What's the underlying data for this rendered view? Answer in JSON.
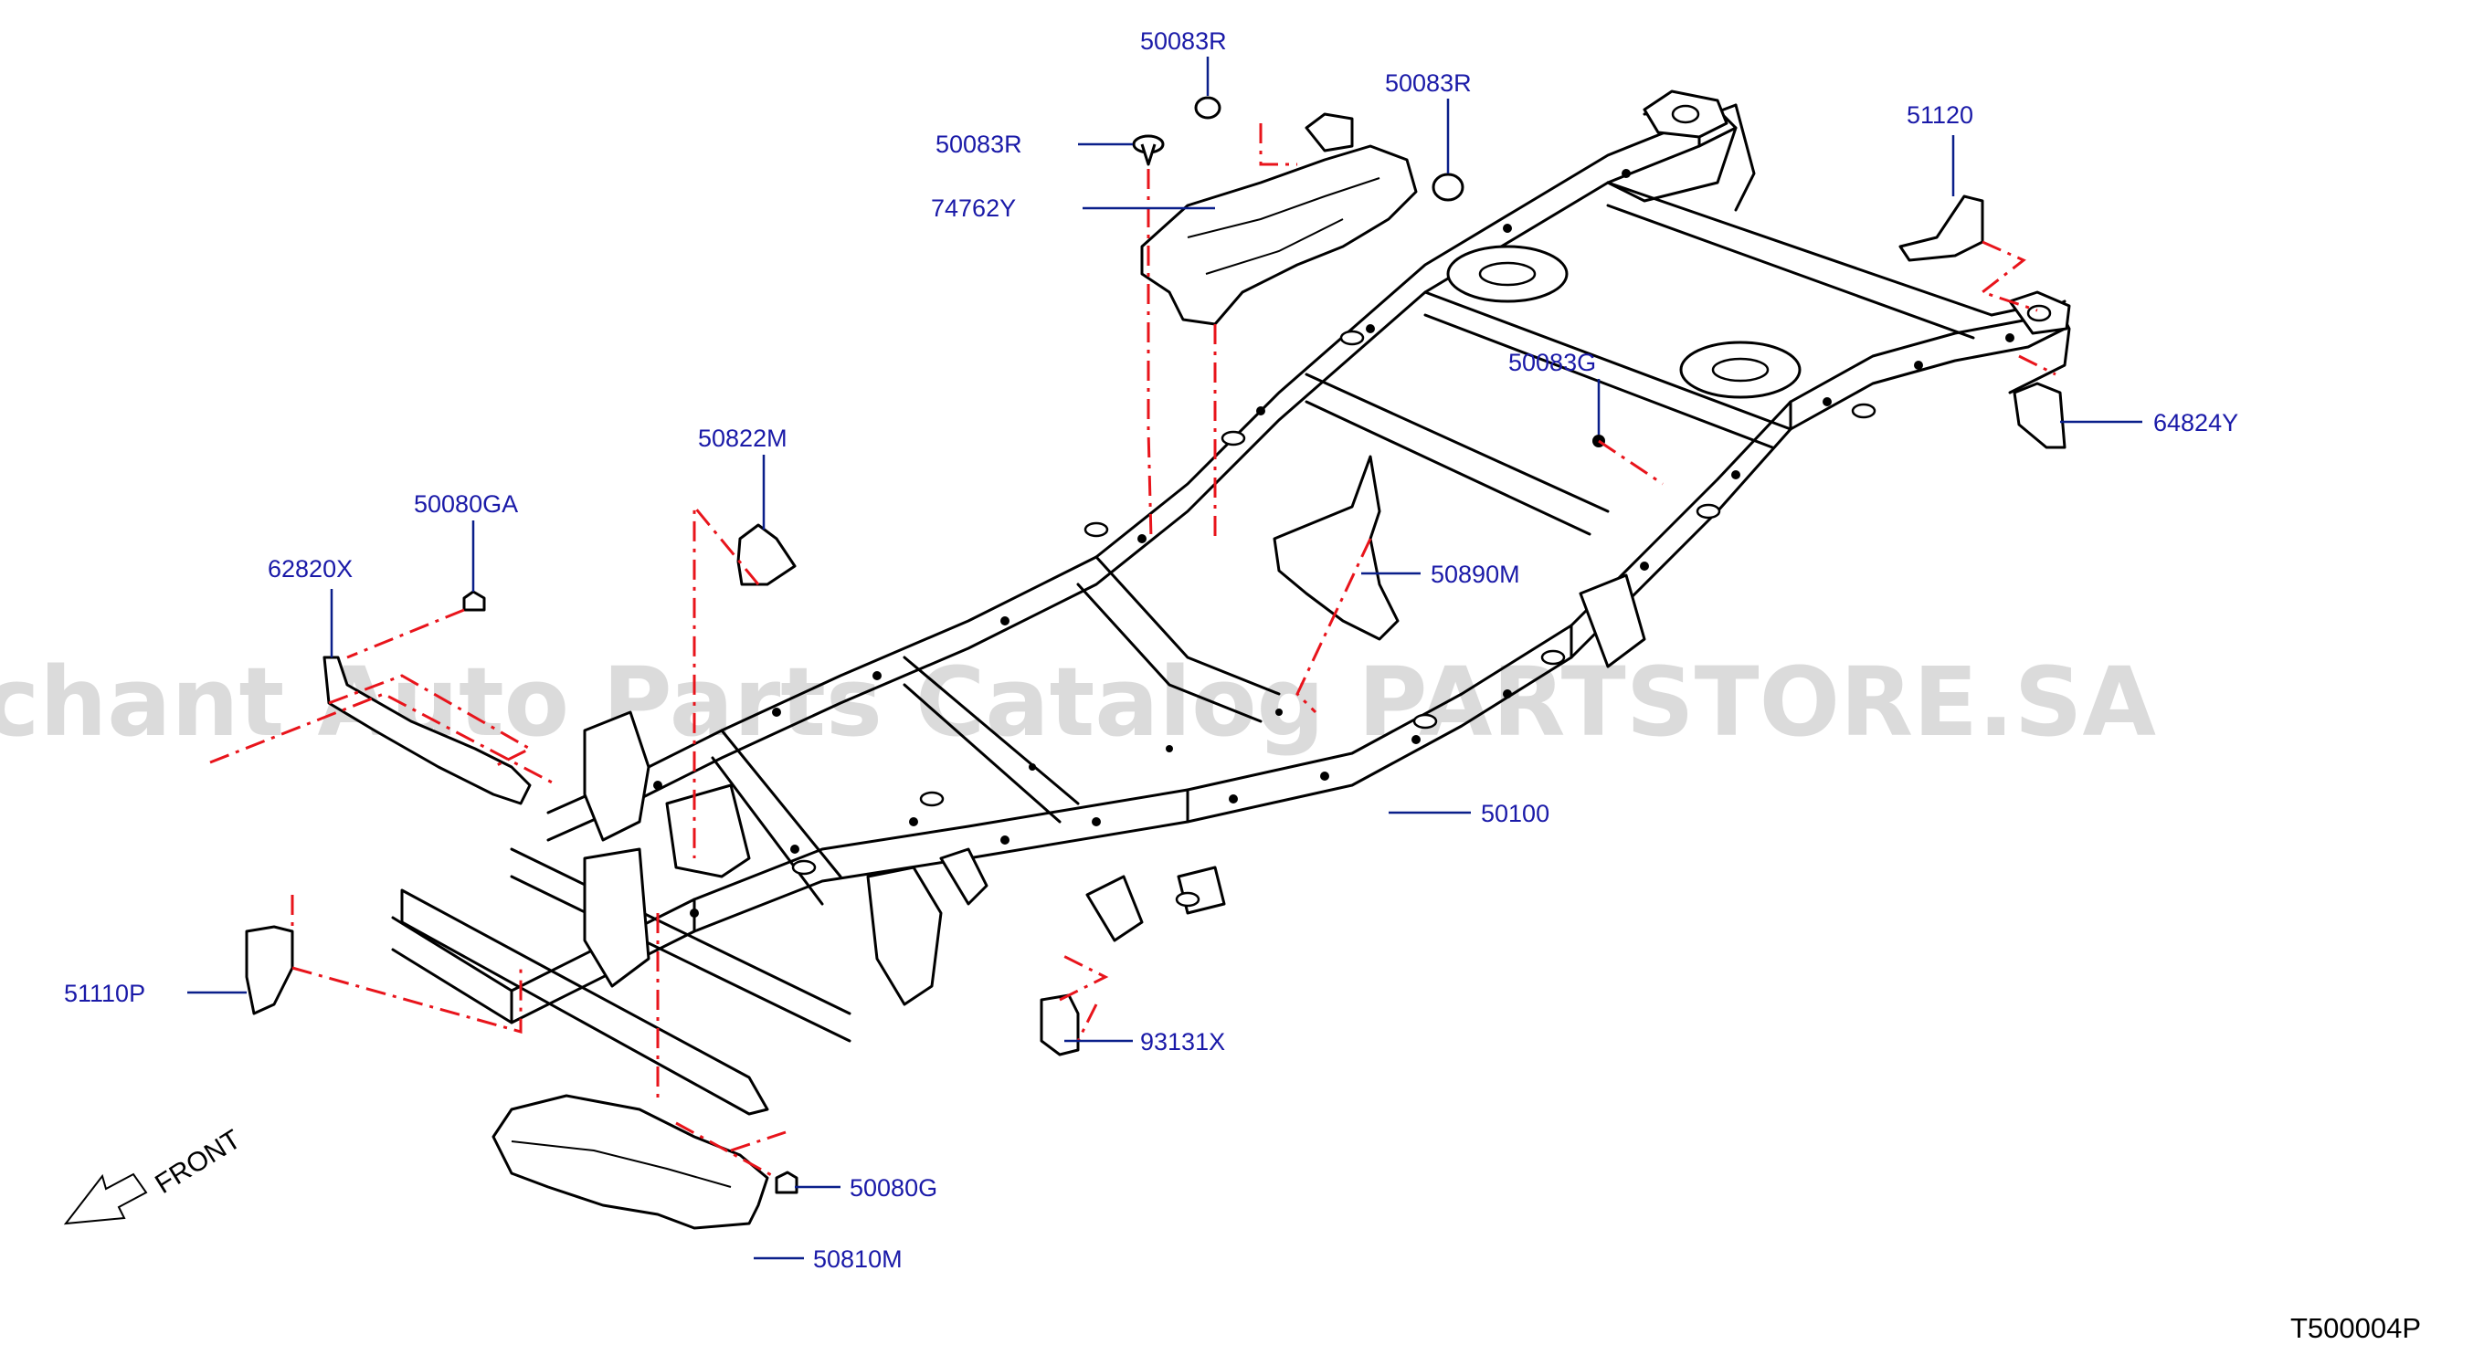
{
  "watermark": "Offers Merchant Auto Parts Catalog PARTSTORE.SA",
  "diagram_code": "T500004P",
  "front_indicator": "FRONT",
  "parts": {
    "p50083R_top": "50083R",
    "p50083R_right": "50083R",
    "p50083R_left": "50083R",
    "p74762Y": "74762Y",
    "p51120": "51120",
    "p50083G": "50083G",
    "p64824Y": "64824Y",
    "p50822M": "50822M",
    "p50080GA": "50080GA",
    "p62820X": "62820X",
    "p50890M": "50890M",
    "p50100": "50100",
    "p51110P": "51110P",
    "p93131X": "93131X",
    "p50080G": "50080G",
    "p50810M": "50810M"
  }
}
